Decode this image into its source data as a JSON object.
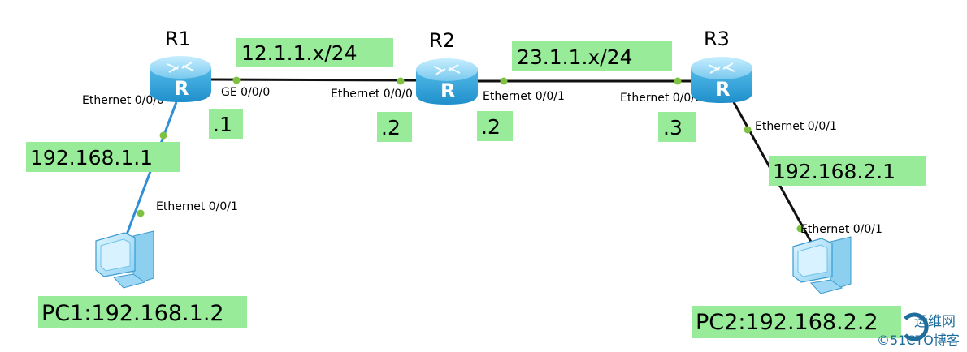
{
  "colors": {
    "label_bg": "#98eb98",
    "router_body": "#37a9dd",
    "router_top": "#87d2f3",
    "link_black": "#111111",
    "link_blue": "#2f8fd8",
    "port_dot": "#7fc241",
    "pc_body": "#a8dcf5",
    "pc_outline": "#3a9ad0",
    "watermark": "#1f6d9c"
  },
  "routers": [
    {
      "id": "r1",
      "name": "R1",
      "icon": "router-icon"
    },
    {
      "id": "r2",
      "name": "R2",
      "icon": "router-icon"
    },
    {
      "id": "r3",
      "name": "R3",
      "icon": "router-icon"
    }
  ],
  "pcs": [
    {
      "id": "pc1",
      "label": "PC1:192.168.1.2",
      "icon": "pc-icon"
    },
    {
      "id": "pc2",
      "label": "PC2:192.168.2.2",
      "icon": "pc-icon"
    }
  ],
  "networks": [
    {
      "id": "r1-r2",
      "label": "12.1.1.x/24"
    },
    {
      "id": "r2-r3",
      "label": "23.1.1.x/24"
    },
    {
      "id": "r1-pc1",
      "label": "192.168.1.1"
    },
    {
      "id": "r3-pc2",
      "label": "192.168.2.1"
    }
  ],
  "host_octets": [
    {
      "id": "r1-ge",
      "label": ".1"
    },
    {
      "id": "r2-e0",
      "label": ".2"
    },
    {
      "id": "r2-e1",
      "label": ".2"
    },
    {
      "id": "r3-e0",
      "label": ".3"
    }
  ],
  "ports": [
    {
      "id": "r1-eth0",
      "label": "Ethernet 0/0/0"
    },
    {
      "id": "r1-ge0",
      "label": "GE 0/0/0"
    },
    {
      "id": "r2-eth0",
      "label": "Ethernet 0/0/0"
    },
    {
      "id": "r2-eth1",
      "label": "Ethernet 0/0/1"
    },
    {
      "id": "r3-eth0",
      "label": "Ethernet 0/0/0"
    },
    {
      "id": "r3-eth1",
      "label": "Ethernet 0/0/1"
    },
    {
      "id": "pc1-eth1",
      "label": "Ethernet 0/0/1"
    },
    {
      "id": "pc2-eth1",
      "label": "Ethernet 0/0/1"
    }
  ],
  "links": [
    {
      "id": "r1-r2",
      "type": "black"
    },
    {
      "id": "r2-r3",
      "type": "black"
    },
    {
      "id": "r1-pc1",
      "type": "blue"
    },
    {
      "id": "r3-pc2",
      "type": "black"
    }
  ],
  "watermark": {
    "site": "运维网",
    "brand": "©51CTO博客"
  }
}
